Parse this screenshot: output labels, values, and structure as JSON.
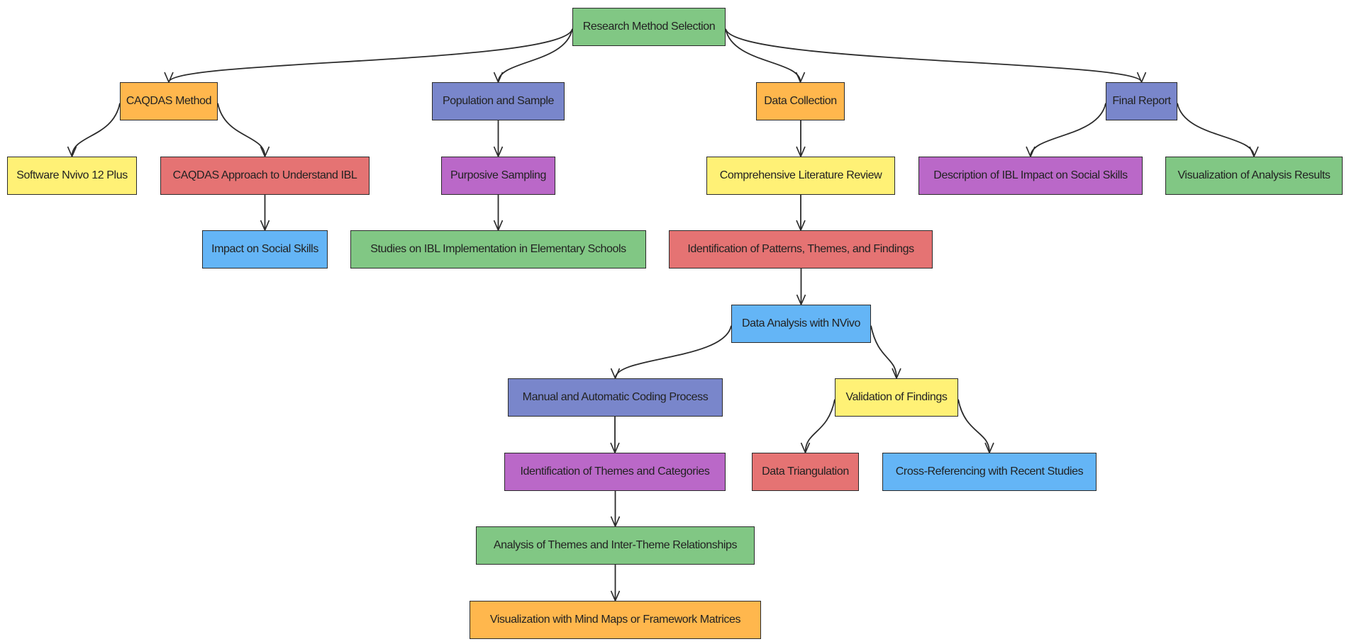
{
  "diagram": {
    "nodes": {
      "research_method_selection": "Research Method Selection",
      "caqdas_method": "CAQDAS Method",
      "population_and_sample": "Population and Sample",
      "data_collection": "Data Collection",
      "final_report": "Final Report",
      "software_nvivo": "Software Nvivo 12 Plus",
      "caqdas_approach": "CAQDAS Approach to Understand IBL",
      "impact_social_skills": "Impact on Social Skills",
      "purposive_sampling": "Purposive Sampling",
      "studies_ibl": "Studies on IBL Implementation in Elementary Schools",
      "literature_review": "Comprehensive Literature Review",
      "identification_patterns": "Identification of Patterns, Themes, and Findings",
      "data_analysis_nvivo": "Data Analysis with NVivo",
      "manual_automatic_coding": "Manual and Automatic Coding Process",
      "validation_findings": "Validation of Findings",
      "identification_themes": "Identification of Themes and Categories",
      "data_triangulation": "Data Triangulation",
      "cross_referencing": "Cross-Referencing with Recent Studies",
      "analysis_themes": "Analysis of Themes and Inter-Theme Relationships",
      "visualization_mind_maps": "Visualization with Mind Maps or Framework Matrices",
      "description_ibl_impact": "Description of IBL Impact on Social Skills",
      "visualization_results": "Visualization of Analysis Results"
    },
    "edges": [
      [
        "research_method_selection",
        "caqdas_method"
      ],
      [
        "research_method_selection",
        "population_and_sample"
      ],
      [
        "research_method_selection",
        "data_collection"
      ],
      [
        "research_method_selection",
        "final_report"
      ],
      [
        "caqdas_method",
        "software_nvivo"
      ],
      [
        "caqdas_method",
        "caqdas_approach"
      ],
      [
        "caqdas_approach",
        "impact_social_skills"
      ],
      [
        "population_and_sample",
        "purposive_sampling"
      ],
      [
        "purposive_sampling",
        "studies_ibl"
      ],
      [
        "data_collection",
        "literature_review"
      ],
      [
        "literature_review",
        "identification_patterns"
      ],
      [
        "identification_patterns",
        "data_analysis_nvivo"
      ],
      [
        "data_analysis_nvivo",
        "manual_automatic_coding"
      ],
      [
        "data_analysis_nvivo",
        "validation_findings"
      ],
      [
        "manual_automatic_coding",
        "identification_themes"
      ],
      [
        "identification_themes",
        "analysis_themes"
      ],
      [
        "analysis_themes",
        "visualization_mind_maps"
      ],
      [
        "validation_findings",
        "data_triangulation"
      ],
      [
        "validation_findings",
        "cross_referencing"
      ],
      [
        "final_report",
        "description_ibl_impact"
      ],
      [
        "final_report",
        "visualization_results"
      ]
    ],
    "colors": {
      "green": "#81c784",
      "orange": "#ffb74d",
      "purple": "#7986cb",
      "yellow": "#fff176",
      "red": "#e57373",
      "violet": "#ba68c8",
      "blue": "#64b5f6",
      "stroke": "#2b2b2b"
    }
  }
}
